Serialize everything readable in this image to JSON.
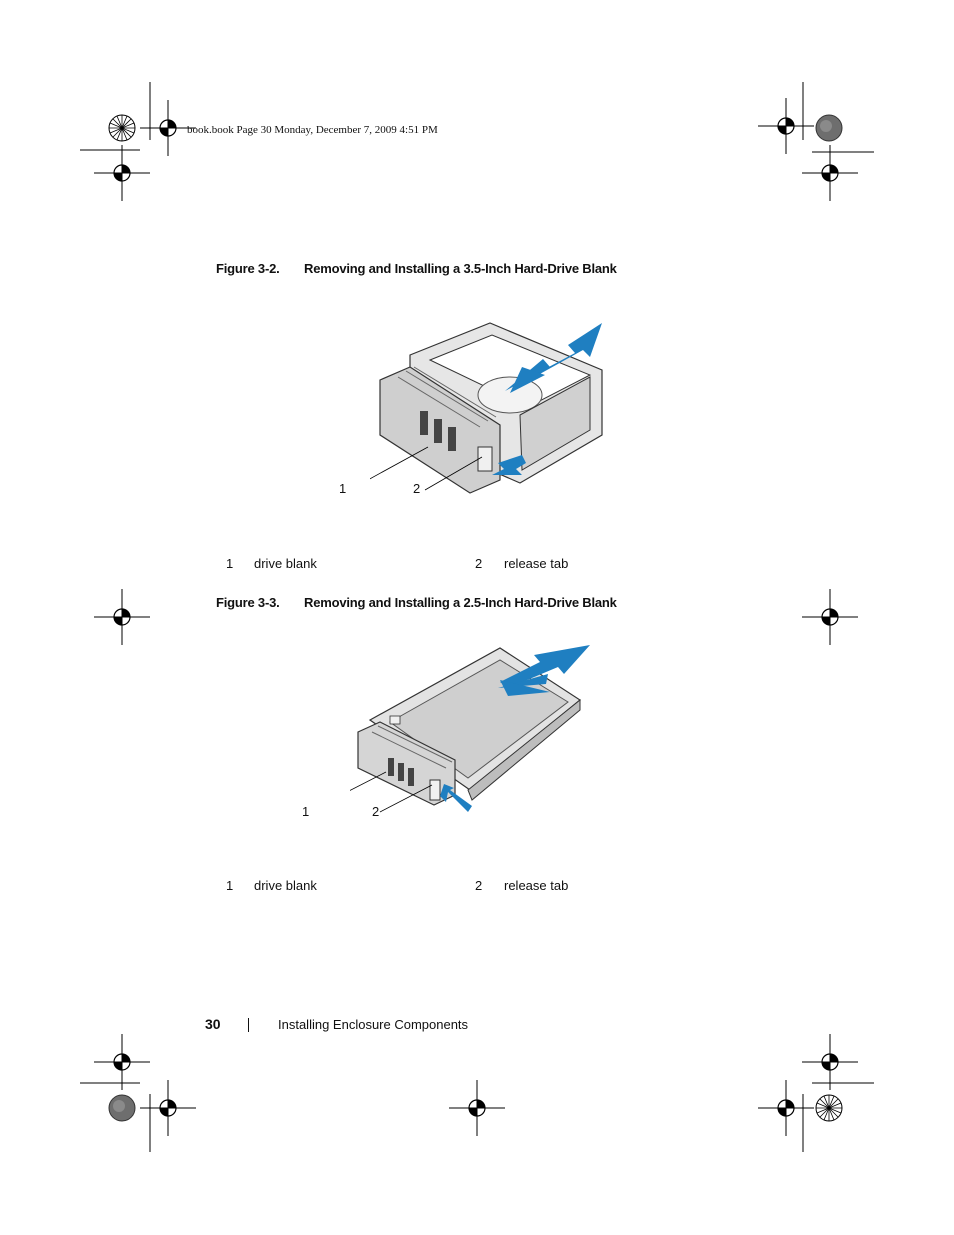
{
  "header": {
    "print_info": "book.book  Page 30  Monday, December 7, 2009  4:51 PM"
  },
  "figures": [
    {
      "number": "Figure 3-2.",
      "title": "Removing and Installing a 3.5-Inch Hard-Drive Blank",
      "callouts": [
        "1",
        "2"
      ],
      "legend": [
        {
          "num": "1",
          "label": "drive blank"
        },
        {
          "num": "2",
          "label": "release tab"
        }
      ]
    },
    {
      "number": "Figure 3-3.",
      "title": "Removing and Installing a 2.5-Inch Hard-Drive Blank",
      "callouts": [
        "1",
        "2"
      ],
      "legend": [
        {
          "num": "1",
          "label": "drive blank"
        },
        {
          "num": "2",
          "label": "release tab"
        }
      ]
    }
  ],
  "footer": {
    "page_number": "30",
    "section_title": "Installing Enclosure Components"
  },
  "colors": {
    "arrow_blue": "#1f7fc1",
    "drive_gray": "#d9d9d9",
    "outline": "#333333"
  }
}
